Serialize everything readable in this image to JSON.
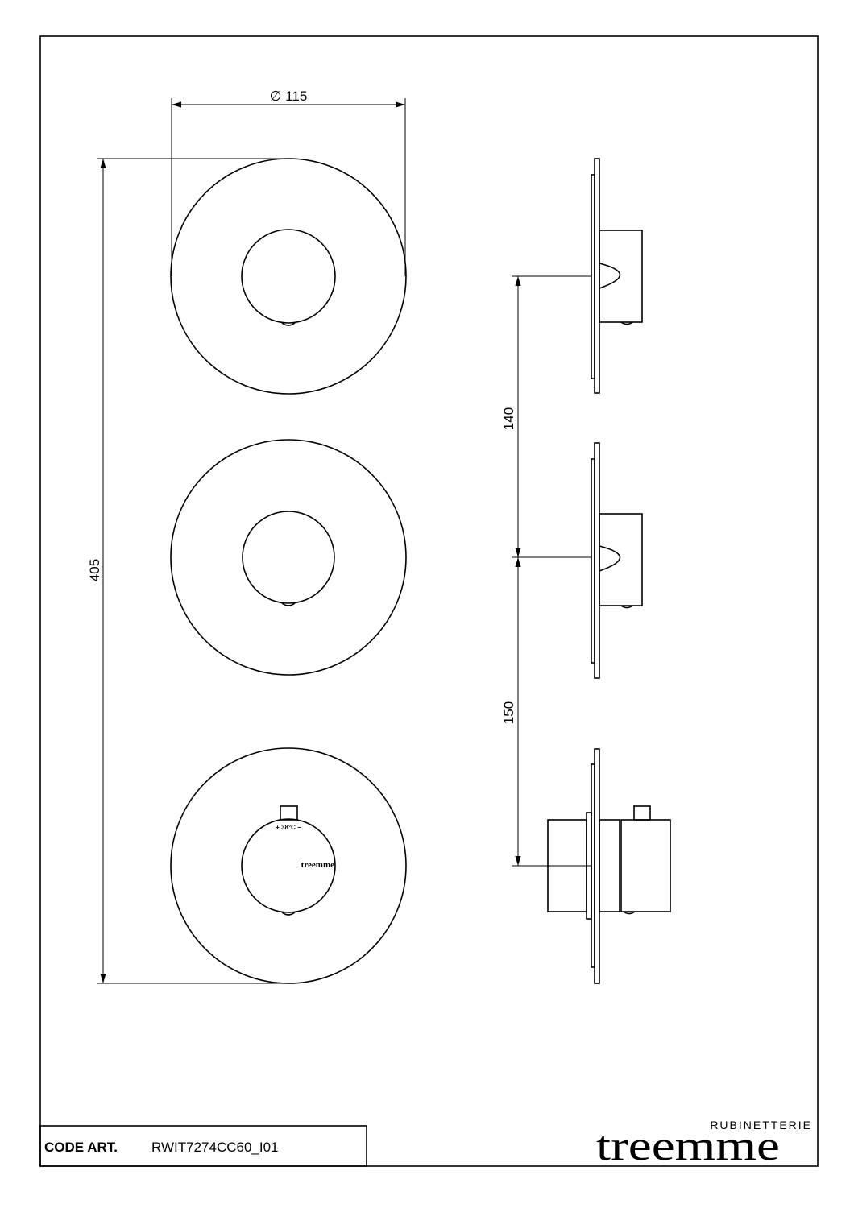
{
  "dimensions": {
    "diameter": "∅ 115",
    "total_height": "405",
    "spacing_upper": "140",
    "spacing_lower": "150"
  },
  "dial": {
    "temperature_label": "+ 38°C −",
    "brand_mark": "treemme"
  },
  "title_block": {
    "code_label": "CODE ART.",
    "code_value": "RWIT7274CC60_I01"
  },
  "logo": {
    "subtitle": "RUBINETTERIE",
    "name": "treemme"
  }
}
